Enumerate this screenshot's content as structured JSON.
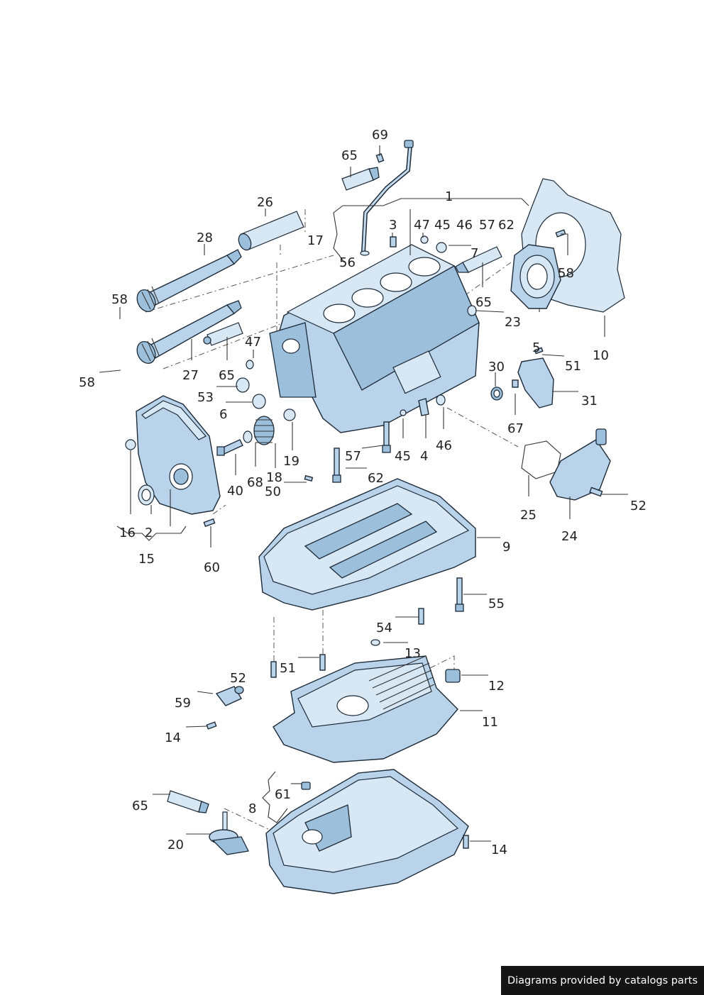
{
  "callouts": [
    {
      "text": "69"
    },
    {
      "text": "65"
    },
    {
      "text": "1"
    },
    {
      "text": "26"
    },
    {
      "text": "28"
    },
    {
      "text": "17"
    },
    {
      "text": "3"
    },
    {
      "text": "47"
    },
    {
      "text": "45"
    },
    {
      "text": "46"
    },
    {
      "text": "57"
    },
    {
      "text": "62"
    },
    {
      "text": "56"
    },
    {
      "text": "7"
    },
    {
      "text": "58"
    },
    {
      "text": "58"
    },
    {
      "text": "65"
    },
    {
      "text": "23"
    },
    {
      "text": "10"
    },
    {
      "text": "47"
    },
    {
      "text": "5"
    },
    {
      "text": "51"
    },
    {
      "text": "27"
    },
    {
      "text": "65"
    },
    {
      "text": "58"
    },
    {
      "text": "30"
    },
    {
      "text": "31"
    },
    {
      "text": "53"
    },
    {
      "text": "6"
    },
    {
      "text": "67"
    },
    {
      "text": "57"
    },
    {
      "text": "45"
    },
    {
      "text": "4"
    },
    {
      "text": "46"
    },
    {
      "text": "19"
    },
    {
      "text": "40"
    },
    {
      "text": "68"
    },
    {
      "text": "18"
    },
    {
      "text": "50"
    },
    {
      "text": "62"
    },
    {
      "text": "25"
    },
    {
      "text": "24"
    },
    {
      "text": "52"
    },
    {
      "text": "16"
    },
    {
      "text": "2"
    },
    {
      "text": "15"
    },
    {
      "text": "60"
    },
    {
      "text": "9"
    },
    {
      "text": "55"
    },
    {
      "text": "54"
    },
    {
      "text": "13"
    },
    {
      "text": "52"
    },
    {
      "text": "51"
    },
    {
      "text": "12"
    },
    {
      "text": "59"
    },
    {
      "text": "11"
    },
    {
      "text": "14"
    },
    {
      "text": "61"
    },
    {
      "text": "65"
    },
    {
      "text": "8"
    },
    {
      "text": "20"
    },
    {
      "text": "14"
    }
  ],
  "footer": {
    "text": "Diagrams provided by catalogs parts"
  }
}
